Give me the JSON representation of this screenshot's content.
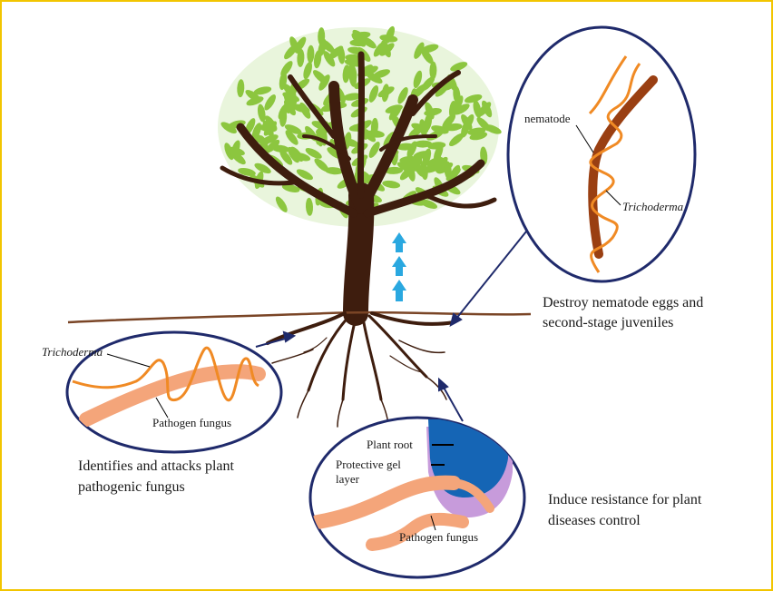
{
  "colors": {
    "border": "#f2c500",
    "trunk": "#3e1d0e",
    "leaf": "#8cc63f",
    "soil": "#7a4526",
    "circle": "#1f2a6b",
    "hypha": "#f08a24",
    "pathogen": "#f4a57a",
    "nematode": "#9a3f12",
    "root_tip": "#1565b5",
    "gel": "#c79bdb",
    "arrow_up": "#2aa8e0"
  },
  "labels": {
    "nematode": "nematode",
    "trichoderma_top": "Trichoderma",
    "trichoderma_left": "Trichoderma",
    "pathogen_left": "Pathogen fungus",
    "plant_root": "Plant root",
    "protective_gel_1": "Protective gel",
    "protective_gel_2": "layer",
    "pathogen_bottom": "Pathogen fungus"
  },
  "captions": {
    "nematode_1": "Destroy nematode eggs and",
    "nematode_2": "second-stage juveniles",
    "pathogen_1": "Identifies and attacks plant",
    "pathogen_2": "pathogenic fungus",
    "resistance_1": "Induce resistance for plant",
    "resistance_2": "diseases control"
  }
}
